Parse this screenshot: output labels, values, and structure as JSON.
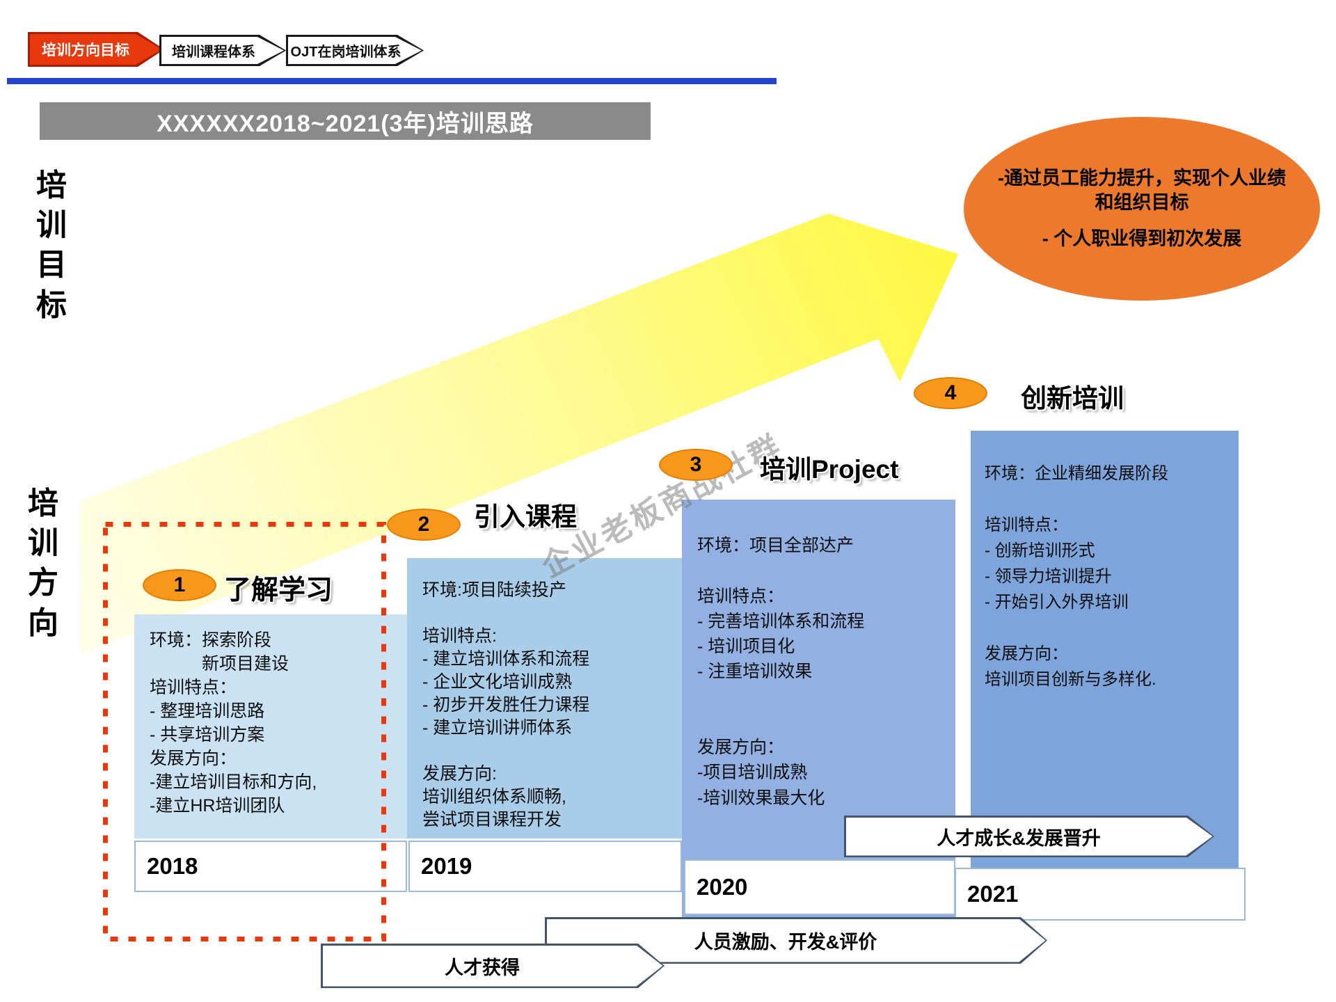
{
  "tabs": [
    {
      "label": "培训方向目标"
    },
    {
      "label": "培训课程体系"
    },
    {
      "label": "OJT在岗培训体系"
    }
  ],
  "title": "XXXXXX2018~2021(3年)培训思路",
  "side_labels": {
    "top": "培\n训\n目\n标",
    "bottom": "培\n训\n方\n向"
  },
  "goal_bubble": {
    "line1": "-通过员工能力提升，实现个人业绩和组织目标",
    "line2": "- 个人职业得到初次发展"
  },
  "watermark": "企业老板商战社群",
  "stages": [
    {
      "num": "1",
      "title": "了解学习",
      "year": "2018",
      "body": "环境：探索阶段\n　　　新项目建设\n培训特点：\n- 整理培训思路\n- 共享培训方案\n发展方向：\n-建立培训目标和方向,\n-建立HR培训团队"
    },
    {
      "num": "2",
      "title": "引入课程",
      "year": "2019",
      "body": "环境:项目陆续投产\n\n培训特点:\n- 建立培训体系和流程\n- 企业文化培训成熟\n- 初步开发胜任力课程\n- 建立培训讲师体系\n\n发展方向:\n培训组织体系顺畅,\n尝试项目课程开发"
    },
    {
      "num": "3",
      "title": "培训Project",
      "year": "2020",
      "body": "环境：项目全部达产\n\n培训特点：\n- 完善培训体系和流程\n- 培训项目化\n- 注重培训效果\n\n\n发展方向：\n-项目培训成熟\n-培训效果最大化"
    },
    {
      "num": "4",
      "title": "创新培训",
      "year": "2021",
      "body": "环境：企业精细发展阶段\n\n培训特点：\n- 创新培训形式\n- 领导力培训提升\n- 开始引入外界培训\n\n发展方向：\n培训项目创新与多样化."
    }
  ],
  "banners": [
    {
      "label": "人才成长&发展晋升"
    },
    {
      "label": "人员激励、开发&评价"
    },
    {
      "label": "人才获得"
    }
  ],
  "colors": {
    "tab_red": "#e8380d",
    "title_bar_gray": "#8a8a8a",
    "top_line_blue": "#2444ce",
    "badge_orange": "#f7981d",
    "bubble_orange": "#ed7a2c",
    "arrow_yellow_start": "#fffee9",
    "arrow_yellow_end": "#fff83d",
    "stage_box_colors": [
      "#cbe2f3",
      "#a9cde9",
      "#92b1e2",
      "#7ea4dc"
    ],
    "dotted_red": "#e8380d",
    "banner_border": "#44546a"
  }
}
